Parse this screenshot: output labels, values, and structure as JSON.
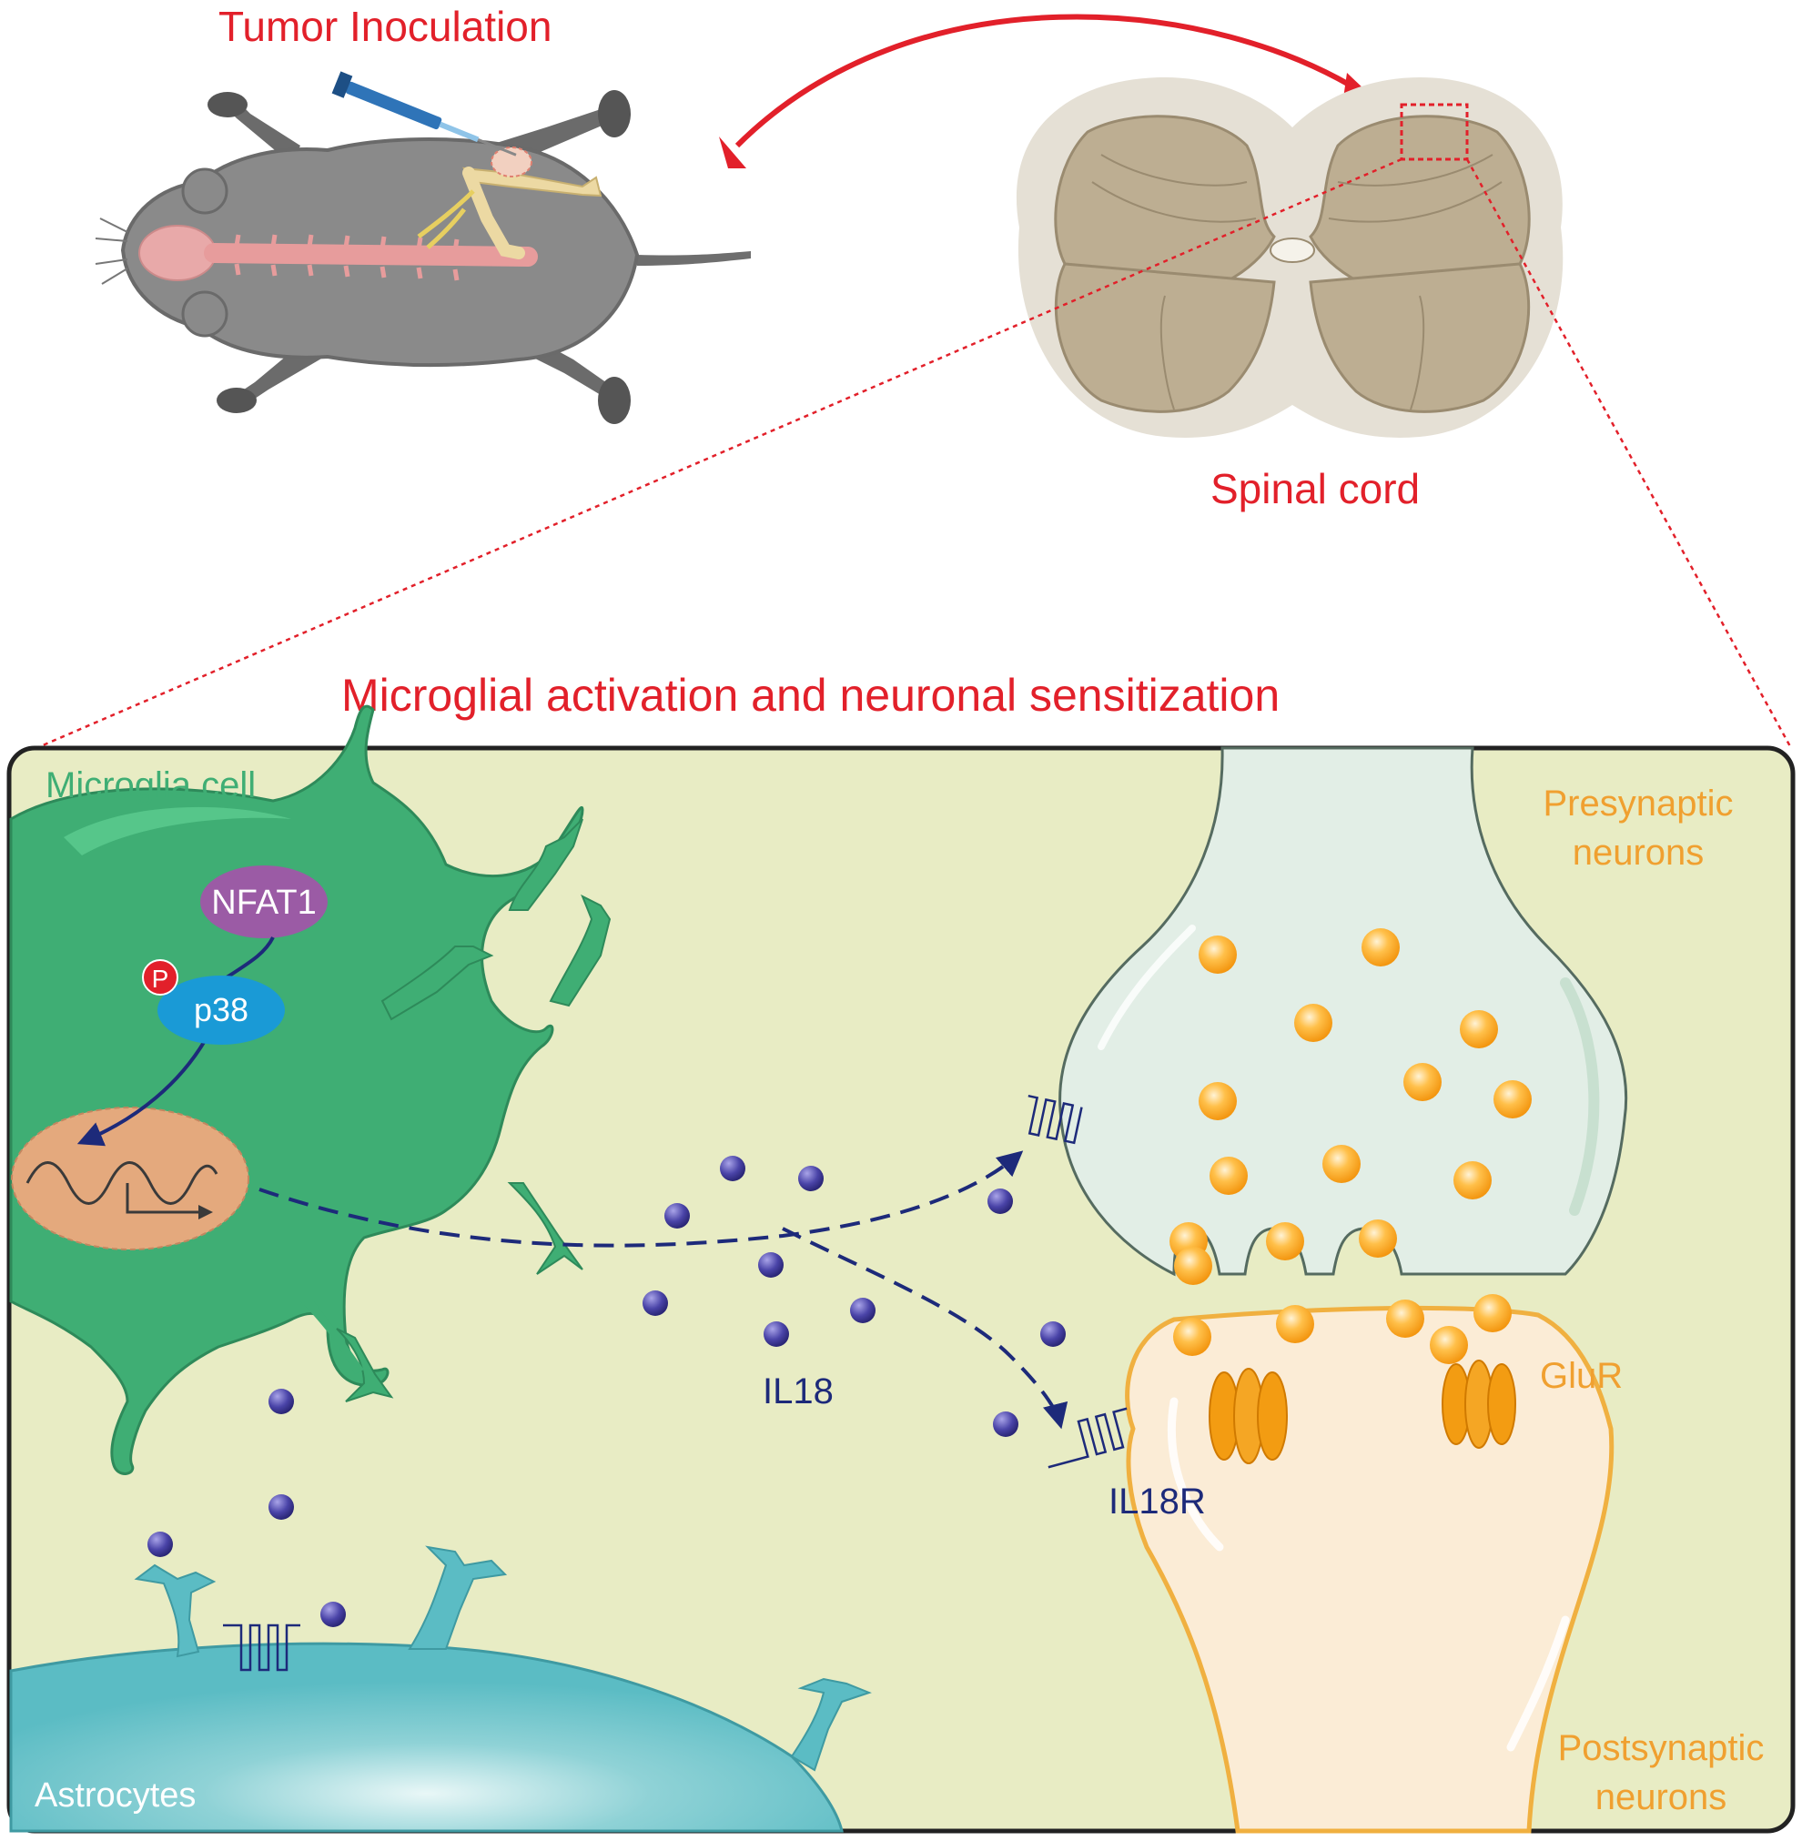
{
  "labels": {
    "tumor_inoculation": "Tumor Inoculation",
    "spinal_cord": "Spinal cord",
    "panel_title": "Microglial activation and neuronal sensitization",
    "microglia_cell": "Microglia cell",
    "nfat1": "NFAT1",
    "phospho": "P",
    "p38": "p38",
    "il18": "IL18",
    "il18r": "IL18R",
    "glur": "GluR",
    "presynaptic_line1": "Presynaptic",
    "presynaptic_line2": "neurons",
    "postsynaptic_line1": "Postsynaptic",
    "postsynaptic_line2": "neurons",
    "astrocytes": "Astrocytes"
  },
  "colors": {
    "title_red": "#e2202a",
    "microglia_green": "#3fae74",
    "panel_bg": "#e8ecc4",
    "nfat1_purple": "#9b5ba5",
    "p38_blue": "#1a9ad6",
    "pathway_navy": "#1d2a7a",
    "il18_dot": "#3d3a99",
    "neuron_orange": "#f39c12",
    "label_orange": "#f0a030",
    "astrocyte_teal": "#5bbcc4",
    "presynaptic_fill": "#e2eee6",
    "postsynaptic_fill": "#fbecd6"
  }
}
